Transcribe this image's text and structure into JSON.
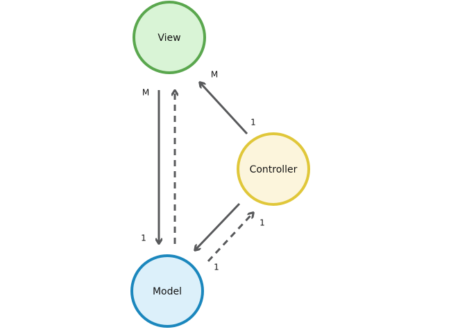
{
  "nodes": {
    "view": {
      "label": "View",
      "fill": "#d9f4d6",
      "stroke": "#5aa74e"
    },
    "controller": {
      "label": "Controller",
      "fill": "#fcf5dc",
      "stroke": "#e0c73a"
    },
    "model": {
      "label": "Model",
      "fill": "#dcf0fa",
      "stroke": "#1b87bd"
    }
  },
  "edges": {
    "view_model_solid": {
      "from_mult": "M",
      "to_mult": "1"
    },
    "controller_view": {
      "from_mult": "1",
      "to_mult": "M"
    },
    "controller_model": {
      "controller_mult": "1",
      "model_mult": "1"
    }
  },
  "arrow_color": "#58595b"
}
